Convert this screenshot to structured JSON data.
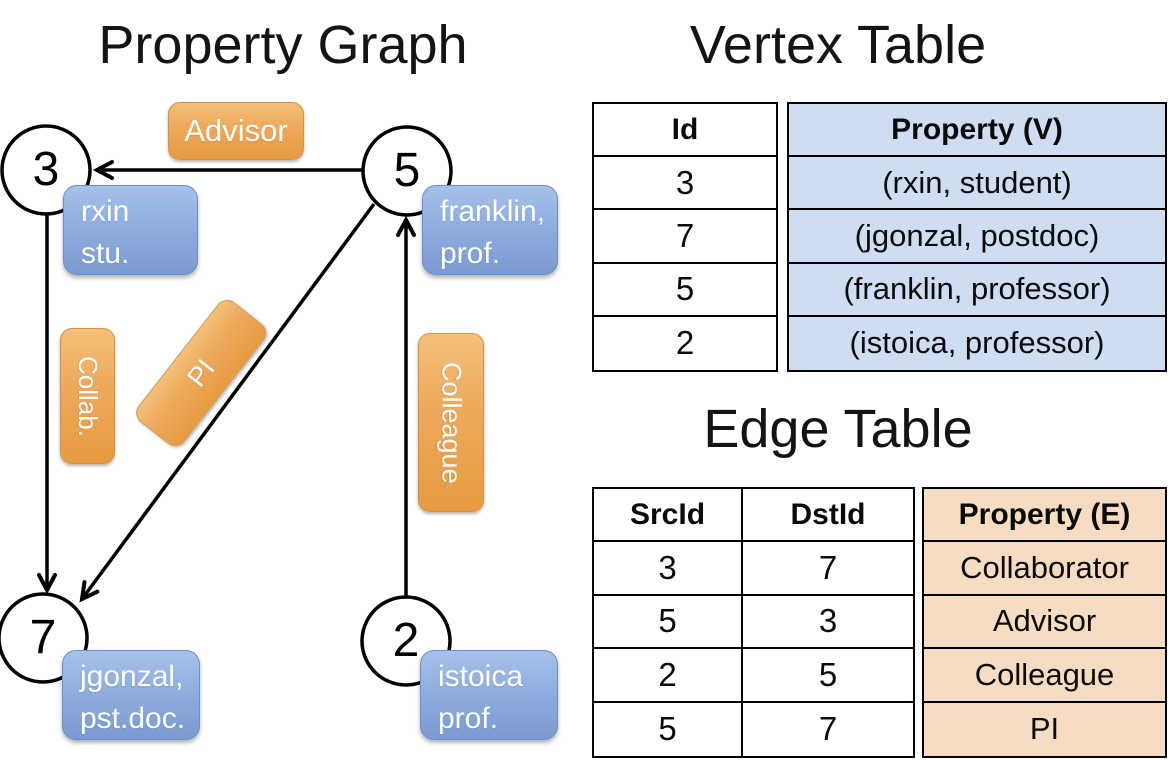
{
  "graph": {
    "title": "Property Graph",
    "nodes": [
      {
        "id": "3",
        "property_lines": [
          "rxin",
          "stu."
        ]
      },
      {
        "id": "5",
        "property_lines": [
          "franklin,",
          "prof."
        ]
      },
      {
        "id": "7",
        "property_lines": [
          "jgonzal,",
          "pst.doc."
        ]
      },
      {
        "id": "2",
        "property_lines": [
          "istoica",
          "prof."
        ]
      }
    ],
    "edges": [
      {
        "src": "5",
        "dst": "3",
        "label": "Advisor"
      },
      {
        "src": "3",
        "dst": "7",
        "label": "Collab."
      },
      {
        "src": "5",
        "dst": "7",
        "label": "PI"
      },
      {
        "src": "2",
        "dst": "5",
        "label": "Colleague"
      }
    ]
  },
  "vertex_table": {
    "title": "Vertex Table",
    "columns": [
      "Id",
      "Property (V)"
    ],
    "rows": [
      {
        "id": "3",
        "property": "(rxin, student)"
      },
      {
        "id": "7",
        "property": "(jgonzal, postdoc)"
      },
      {
        "id": "5",
        "property": "(franklin, professor)"
      },
      {
        "id": "2",
        "property": "(istoica, professor)"
      }
    ]
  },
  "edge_table": {
    "title": "Edge Table",
    "columns": [
      "SrcId",
      "DstId",
      "Property (E)"
    ],
    "rows": [
      {
        "src": "3",
        "dst": "7",
        "property": "Collaborator"
      },
      {
        "src": "5",
        "dst": "3",
        "property": "Advisor"
      },
      {
        "src": "2",
        "dst": "5",
        "property": "Colleague"
      },
      {
        "src": "5",
        "dst": "7",
        "property": "PI"
      }
    ]
  },
  "colors": {
    "vertex_property_fill": "#cfddf2",
    "edge_property_fill": "#f6dcc1",
    "vertex_box_blue": "#8faede",
    "edge_box_orange": "#eda85a",
    "line_black": "#000000"
  }
}
